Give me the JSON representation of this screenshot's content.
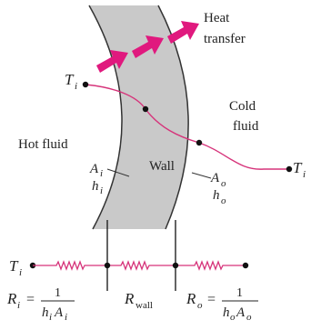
{
  "labels": {
    "heat_transfer_line1": "Heat",
    "heat_transfer_line2": "transfer",
    "cold_fluid_line1": "Cold",
    "cold_fluid_line2": "fluid",
    "hot_fluid": "Hot fluid",
    "wall": "Wall",
    "inner_area": "A",
    "inner_area_sub": "i",
    "inner_h": "h",
    "inner_h_sub": "i",
    "outer_area": "A",
    "outer_area_sub": "o",
    "outer_h": "h",
    "outer_h_sub": "o",
    "temp_inner": "T",
    "temp_inner_sub": "i",
    "temp_outer": "T",
    "temp_outer_sub": "i",
    "network_temp": "T",
    "network_temp_sub": "i"
  },
  "resistances": {
    "inner": {
      "symbol": "R",
      "sub": "i",
      "eq": "=",
      "numerator": "1",
      "den_h": "h",
      "den_h_sub": "i",
      "den_a": "A",
      "den_a_sub": "i"
    },
    "wall": {
      "symbol": "R",
      "sub": "wall"
    },
    "outer": {
      "symbol": "R",
      "sub": "o",
      "eq": "=",
      "numerator": "1",
      "den_h": "h",
      "den_h_sub": "o",
      "den_a": "A",
      "den_a_sub": "o"
    }
  },
  "colors": {
    "wall_fill": "#c9c9c9",
    "wall_edge": "#333333",
    "arrow": "#e0197e",
    "temp_curve": "#d6337a",
    "resistor": "#d6337a",
    "node": "#111111"
  }
}
